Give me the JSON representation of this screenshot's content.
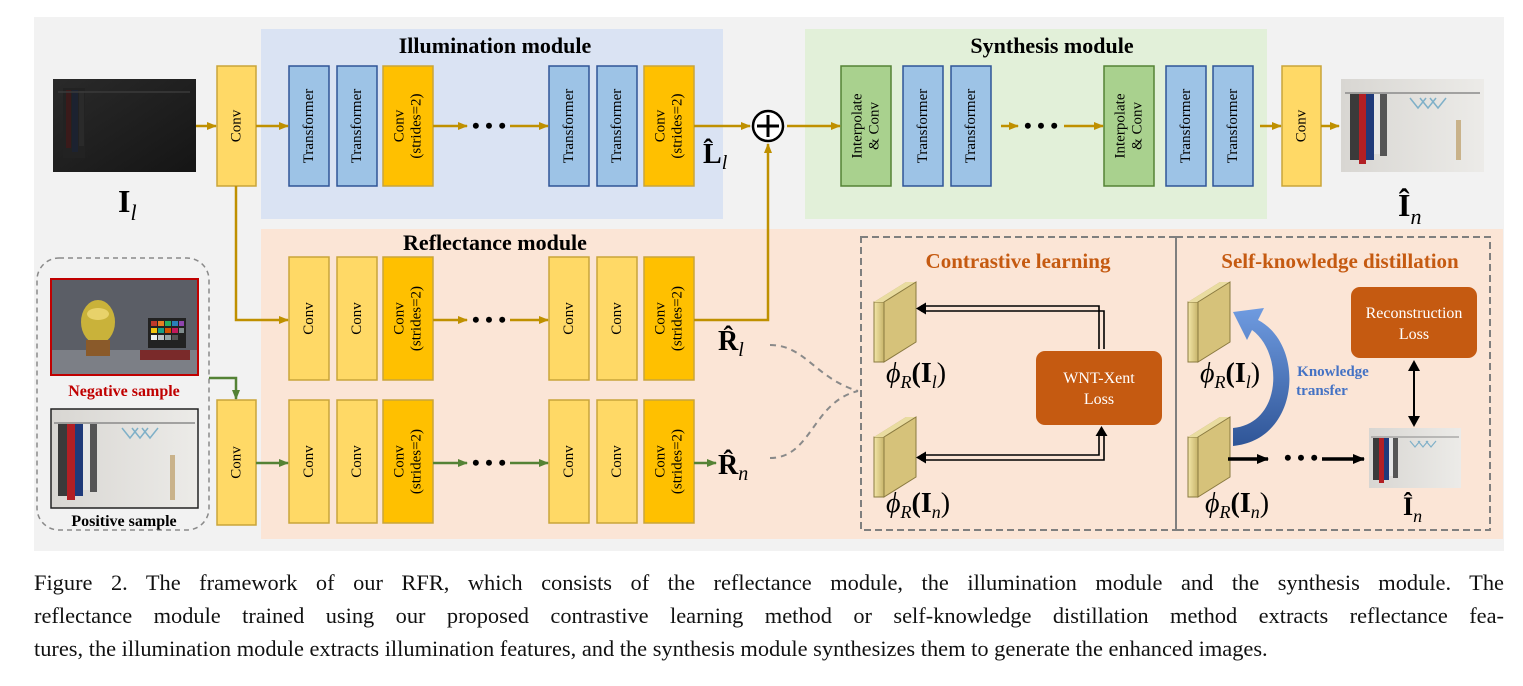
{
  "modules": {
    "illumination": "Illumination module",
    "synthesis": "Synthesis module",
    "reflectance": "Reflectance module",
    "contrastive": "Contrastive learning",
    "self_kd": "Self-knowledge distillation"
  },
  "blocks": {
    "conv": "Conv",
    "transformer": "Transformer",
    "strided_conv": [
      "Conv",
      "(strides=2)"
    ],
    "interp_conv": [
      "Interpolate",
      "& Conv"
    ],
    "ellipsis": "• • •"
  },
  "symbols": {
    "input": "I",
    "input_sub": "l",
    "output": "Î",
    "output_sub": "n",
    "illum_feat": "L̂",
    "illum_sub": "l",
    "refl_feat": "R̂",
    "refl_sub_l": "l",
    "refl_sub_n": "n",
    "plus": "⊕",
    "phi": "ϕ",
    "phi_sub": "R",
    "phi_arg_l_main": "(I",
    "phi_arg_l_sub": "l",
    "phi_arg_n_sub": "n",
    "close_paren": ")"
  },
  "samples": {
    "negative": "Negative sample",
    "positive": "Positive sample"
  },
  "losses": {
    "wnt_xent": [
      "WNT-Xent",
      "Loss"
    ],
    "reconstruction": [
      "Reconstruction",
      "Loss"
    ]
  },
  "knowledge_transfer": [
    "Knowledge",
    "transfer"
  ],
  "caption": {
    "line1": "Figure 2. The framework of our RFR, which consists of the reflectance module, the illumination module and the synthesis module. The",
    "line2": "reflectance module trained using our proposed contrastive learning method or self-knowledge distillation method extracts reflectance fea-",
    "line3": "tures, the illumination module extracts illumination features, and the synthesis module synthesizes them to generate the enhanced images."
  },
  "colors": {
    "background_panel": "#f2f2f2",
    "illumination_bg": "#dae3f3",
    "synthesis_bg": "#e2f0d9",
    "reflectance_bg": "#fbe5d6",
    "conv_yellow": "#ffd966",
    "conv_border": "#c9a53a",
    "strided_orange": "#ffc000",
    "transformer_blue": "#9dc3e6",
    "transformer_border": "#2f5597",
    "interp_green": "#a9d18e",
    "interp_border": "#548235",
    "arrow_gold": "#bf9000",
    "arrow_green": "#548235",
    "loss_orange": "#c55a11",
    "negative_red": "#c00000",
    "knowledge_blue": "#4472c4"
  }
}
